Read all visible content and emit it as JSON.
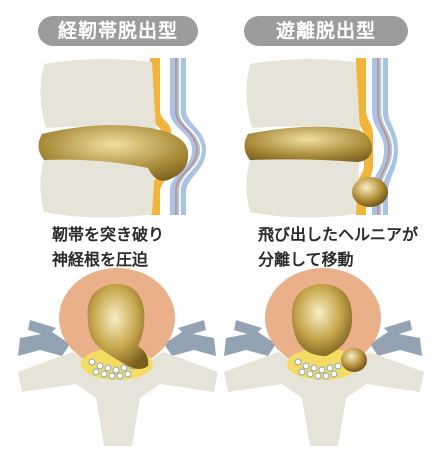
{
  "left": {
    "title": "経靭帯脱出型",
    "caption_lines": [
      "靭帯を突き破り",
      "神経根を圧迫"
    ]
  },
  "right": {
    "title": "遊離脱出型",
    "caption_lines": [
      "飛び出したヘルニアが",
      "分離して移動"
    ]
  },
  "colors": {
    "pill_bg": "#9c9c9c",
    "vertebra": "#e6e4d8",
    "disc": "#a88a38",
    "ligament": "#f0b53a",
    "dura": "#a9c4e3",
    "nerve_line": "#c98a7c",
    "annulus": "#eab089",
    "nerve_root": "#93a3b3"
  }
}
